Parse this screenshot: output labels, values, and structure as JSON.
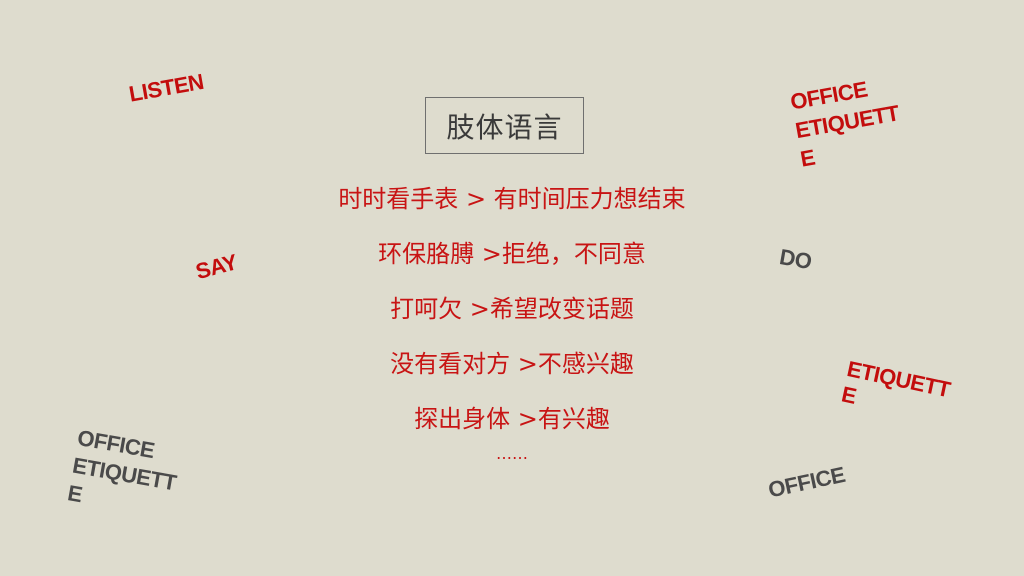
{
  "slide": {
    "title": "肢体语言",
    "lines": [
      "时时看手表 > 有时间压力想结束",
      "环保胳膊 >拒绝，不同意",
      "打呵欠 >希望改变话题",
      "没有看对方 >不感兴趣",
      "探出身体 >有兴趣"
    ],
    "ellipsis": "……",
    "decorations": {
      "listen": "LISTEN",
      "say": "SAY",
      "do": "DO",
      "office_etiquette_top_right": "OFFICE\nETIQUETT\nE",
      "etiquette_right": "ETIQUETT\nE",
      "office_etiquette_bottom_left": "OFFICE\nETIQUETT\nE",
      "office_bottom_right": "OFFICE"
    }
  },
  "colors": {
    "background": "#dedcce",
    "accent_red": "#c81414",
    "deco_red": "#c30d0d",
    "deco_dark": "#4a4a4a"
  }
}
